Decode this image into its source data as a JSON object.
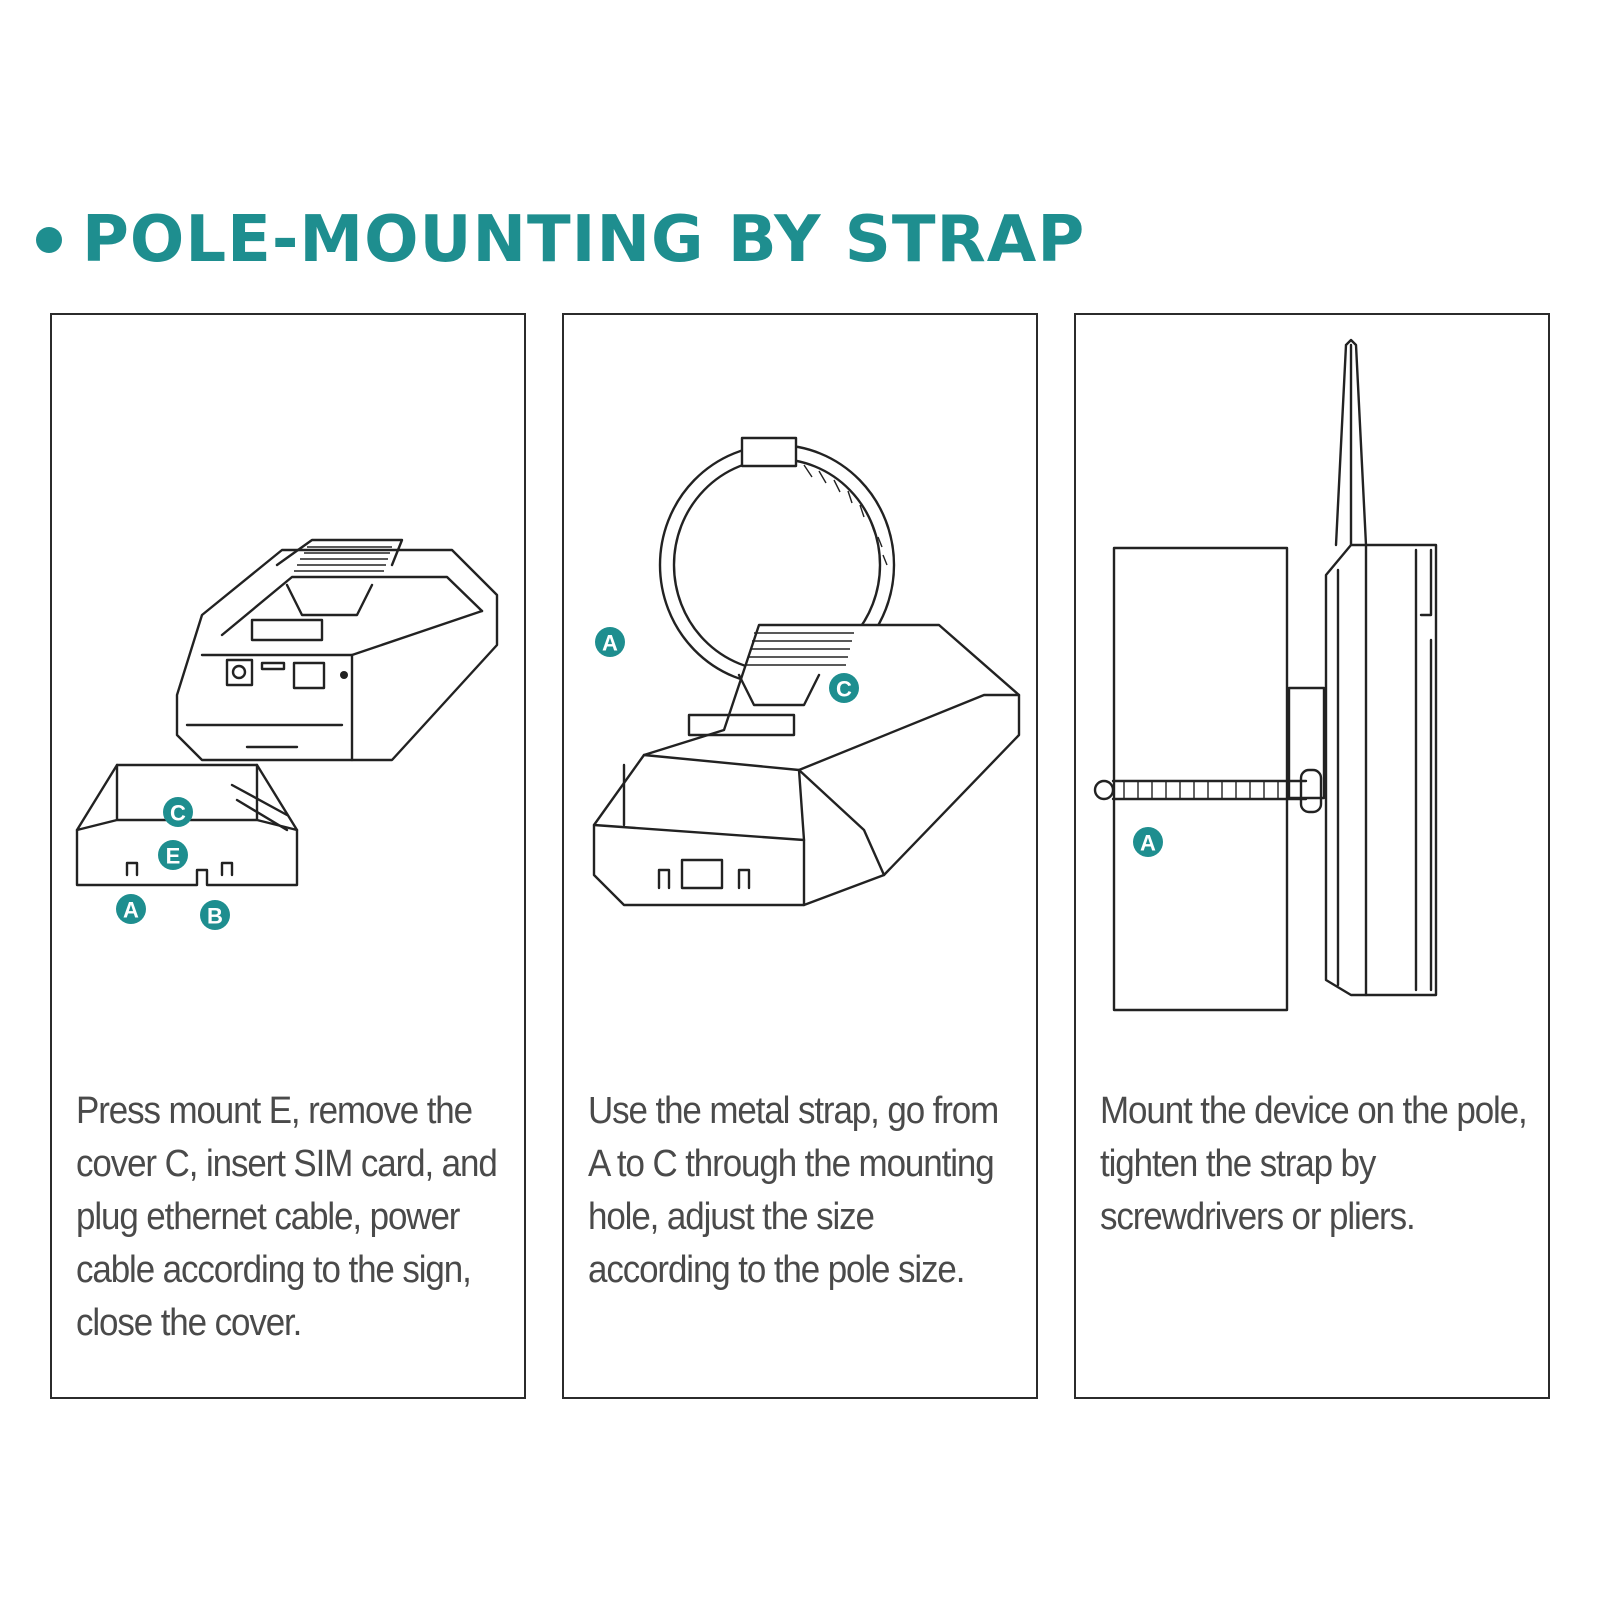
{
  "header": {
    "title": "POLE-MOUNTING BY STRAP"
  },
  "colors": {
    "accent": "#1e8e8f",
    "text": "#4a4a4a",
    "border": "#2b2b2b"
  },
  "steps": [
    {
      "caption": "Press mount E, remove the cover C, insert SIM card, and plug ethernet cable, power cable according to the sign, close the cover.",
      "callouts": [
        "C",
        "E",
        "A",
        "B"
      ]
    },
    {
      "caption": "Use the metal strap, go from A to C through the mounting hole, adjust the size according to the pole size.",
      "callouts": [
        "A",
        "C"
      ]
    },
    {
      "caption": "Mount the device on the pole, tighten the strap by screwdrivers or pliers.",
      "callouts": [
        "A"
      ]
    }
  ]
}
